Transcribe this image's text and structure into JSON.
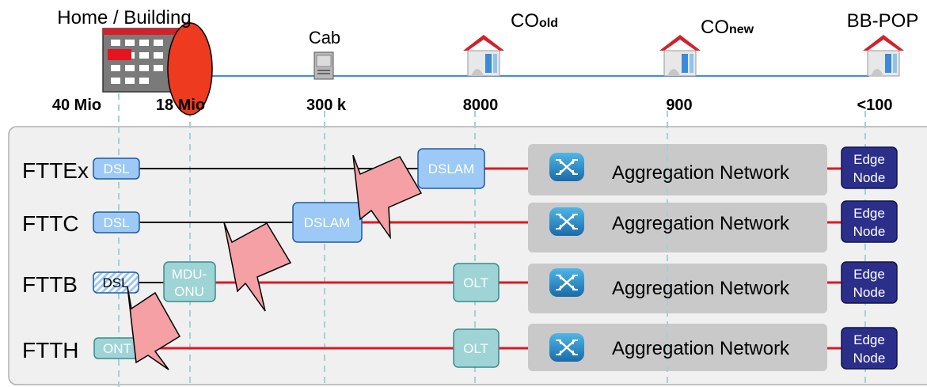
{
  "sites": [
    {
      "name": "Home / Building"
    },
    {
      "name": "Cab"
    },
    {
      "name": "CO",
      "sub": "old"
    },
    {
      "name": "CO",
      "sub": "new"
    },
    {
      "name": "BB-POP"
    }
  ],
  "counts": [
    "40 Mio",
    "18 Mio",
    "300 k",
    "8000",
    "900",
    "<100"
  ],
  "rows": [
    {
      "name": "FTTEx",
      "endpoint": "DSL",
      "node": "DSLAM",
      "aggregation": "Aggregation Network",
      "edge": [
        "Edge",
        "Node"
      ]
    },
    {
      "name": "FTTC",
      "endpoint": "DSL",
      "node": "DSLAM",
      "aggregation": "Aggregation Network",
      "edge": [
        "Edge",
        "Node"
      ]
    },
    {
      "name": "FTTB",
      "endpoint": "DSL",
      "node": "OLT",
      "mdu": [
        "MDU-",
        "ONU"
      ],
      "aggregation": "Aggregation Network",
      "edge": [
        "Edge",
        "Node"
      ]
    },
    {
      "name": "FTTH",
      "endpoint": "ONT",
      "node": "OLT",
      "aggregation": "Aggregation Network",
      "edge": [
        "Edge",
        "Node"
      ]
    }
  ],
  "colors": {
    "copper_line": "#000000",
    "fiber_line": "#e6141e",
    "backbone_line": "#3f8fd8",
    "dslam_fill": "#9cc9f5",
    "olt_fill": "#9ed4d6",
    "edge_fill": "#2b2f8a",
    "aggregation_fill": "#c9c9c9",
    "arrow_fill": "#f4a0a4",
    "roof": "#d4202a",
    "ellipse": "#ee3a1f"
  }
}
